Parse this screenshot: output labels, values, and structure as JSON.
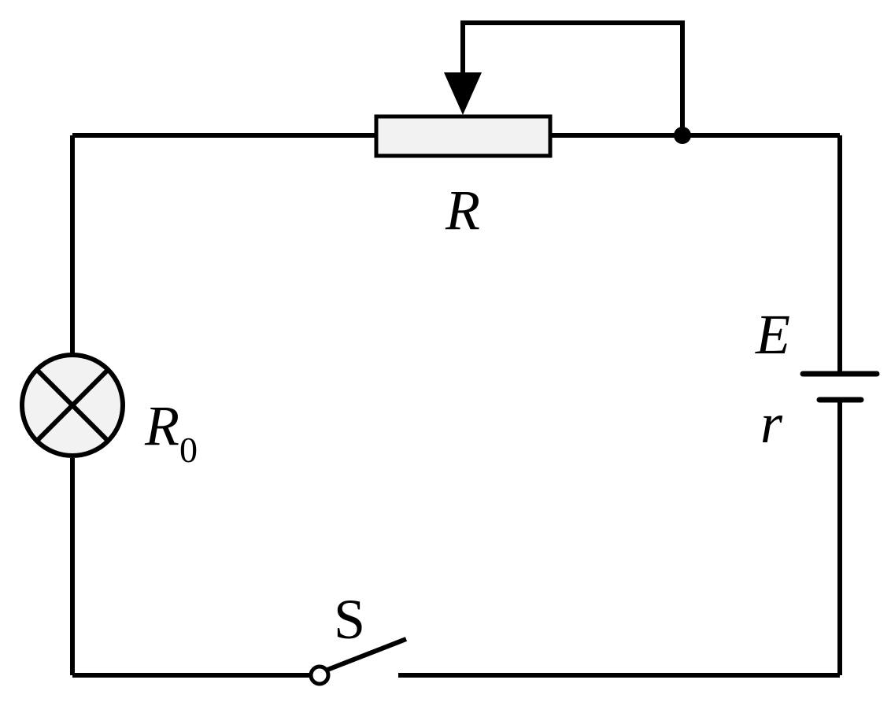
{
  "labels": {
    "rheostat": "R",
    "lamp_main": "R",
    "lamp_sub": "0",
    "emf": "E",
    "internal_resistance": "r",
    "switch": "S"
  },
  "colors": {
    "wire": "#000000",
    "component_fill": "#f2f2f2",
    "background": "#ffffff"
  },
  "icons": {
    "lamp": "lamp-icon",
    "rheostat": "rheostat-icon",
    "battery": "battery-icon",
    "switch": "switch-icon",
    "slider_arrow": "arrow-down-icon",
    "junction": "junction-dot-icon"
  }
}
